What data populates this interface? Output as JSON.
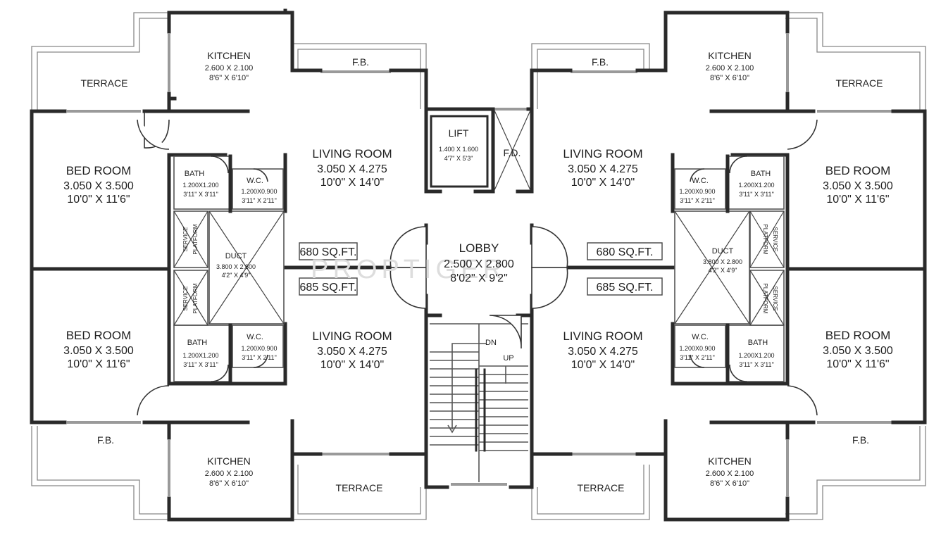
{
  "rooms": {
    "kitchen": {
      "name": "KITCHEN",
      "dim_metric": "2.600 X 2.100",
      "dim_imperial": "8'6\" X 6'10\""
    },
    "terrace": {
      "name": "TERRACE"
    },
    "fb": {
      "name": "F.B."
    },
    "living": {
      "name": "LIVING ROOM",
      "dim_metric": "3.050 X 4.275",
      "dim_imperial": "10'0\" X 14'0\""
    },
    "bedroom": {
      "name": "BED ROOM",
      "dim_metric": "3.050 X 3.500",
      "dim_imperial": "10'0\" X 11'6\""
    },
    "bath": {
      "name": "BATH",
      "dim_metric": "1.200X1.200",
      "dim_imperial": "3'11\" X 3'11\""
    },
    "wc": {
      "name": "W.C.",
      "dim_metric": "1.200X0.900",
      "dim_imperial": "3'11\" X 2'11\""
    },
    "duct": {
      "name": "DUCT",
      "dim_metric": "3.800 X 2.800",
      "dim_imperial": "4'2\" X 4'9\""
    },
    "service": {
      "name": "SERVICE",
      "platform": "PLATFORM"
    },
    "lift": {
      "name": "LIFT",
      "dim_metric": "1.400 X 1.600",
      "dim_imperial": "4'7\" X 5'3\""
    },
    "fd": {
      "name": "F.D."
    },
    "lobby": {
      "name": "LOBBY",
      "dim_metric": "2.500 X 2.800",
      "dim_imperial": "8'02\" X 9'2\""
    },
    "stairs": {
      "down": "DN",
      "up": "UP"
    }
  },
  "areas": {
    "upper": "680 SQ.FT.",
    "lower": "685 SQ.FT."
  },
  "watermark": "PROPTIGER"
}
